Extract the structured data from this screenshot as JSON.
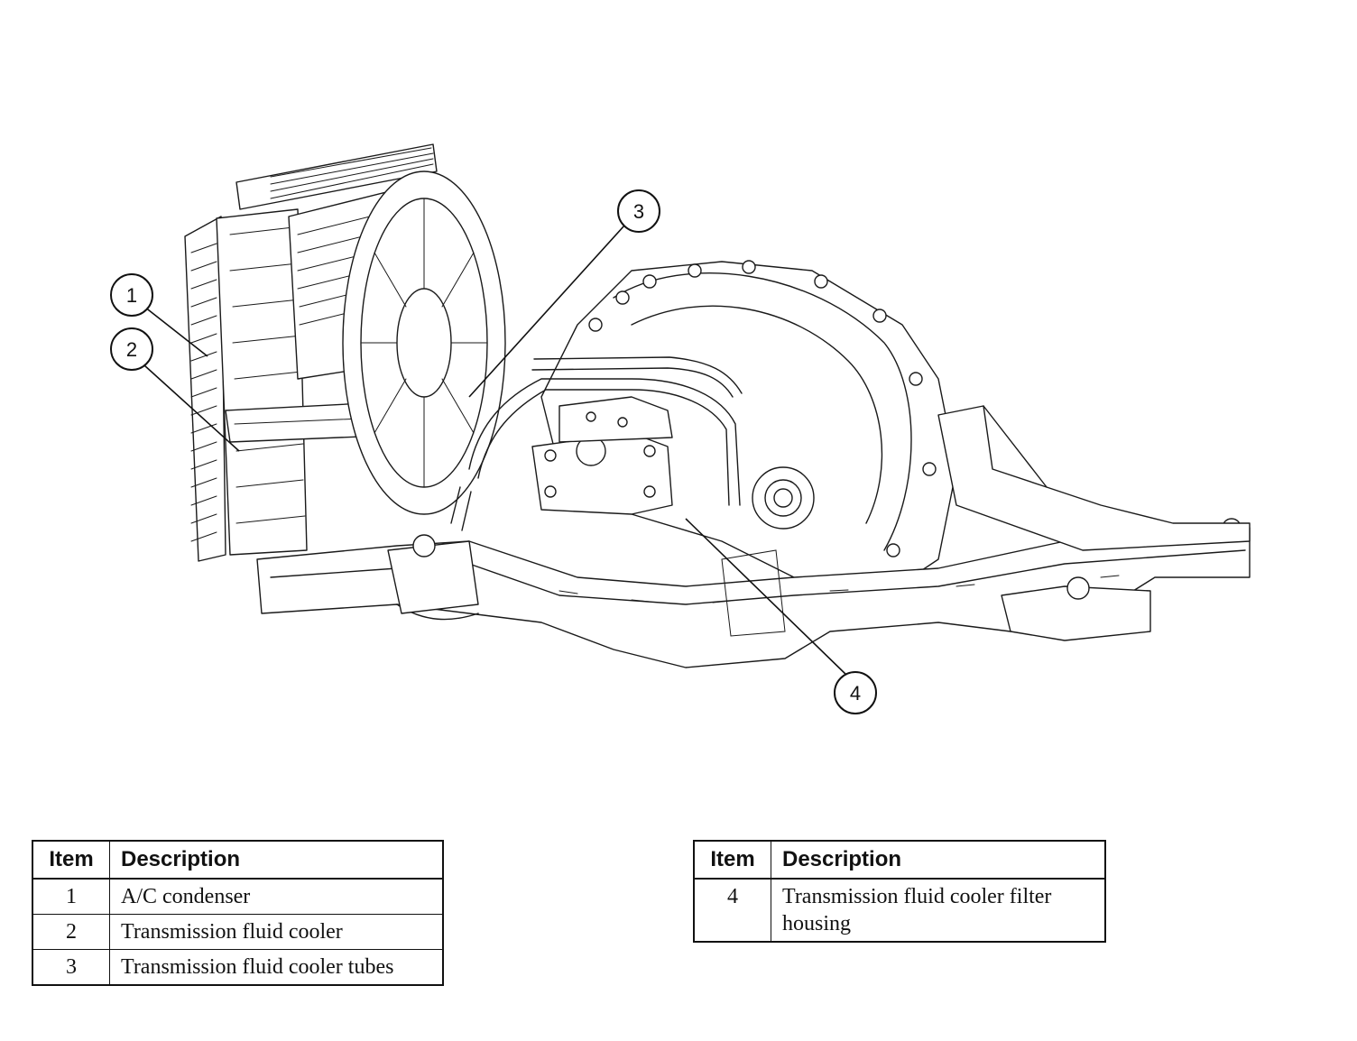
{
  "callouts": [
    {
      "id": "1",
      "label": "1"
    },
    {
      "id": "2",
      "label": "2"
    },
    {
      "id": "3",
      "label": "3"
    },
    {
      "id": "4",
      "label": "4"
    }
  ],
  "legend_left": {
    "header_item": "Item",
    "header_description": "Description",
    "rows": [
      {
        "item": "1",
        "description": "A/C condenser"
      },
      {
        "item": "2",
        "description": "Transmission fluid cooler"
      },
      {
        "item": "3",
        "description": "Transmission fluid cooler tubes"
      }
    ]
  },
  "legend_right": {
    "header_item": "Item",
    "header_description": "Description",
    "rows": [
      {
        "item": "4",
        "description": "Transmission fluid cooler filter housing"
      }
    ]
  }
}
